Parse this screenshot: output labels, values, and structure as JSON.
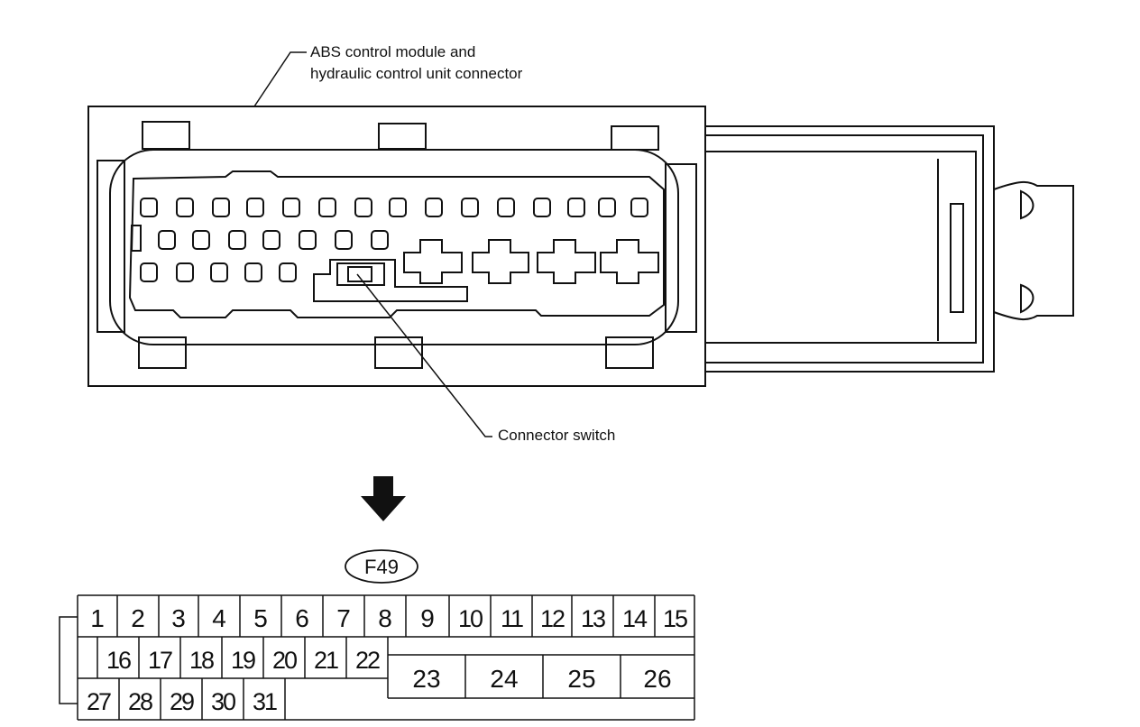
{
  "callouts": {
    "module_line1": "ABS control module and",
    "module_line2": "hydraulic control unit connector",
    "connector_switch": "Connector switch"
  },
  "connector_id": "F49",
  "pins": {
    "row1": [
      "1",
      "2",
      "3",
      "4",
      "5",
      "6",
      "7",
      "8",
      "9",
      "10",
      "11",
      "12",
      "13",
      "14",
      "15"
    ],
    "row2": [
      "16",
      "17",
      "18",
      "19",
      "20",
      "21",
      "22"
    ],
    "row2_large": [
      "23",
      "24",
      "25",
      "26"
    ],
    "row3": [
      "27",
      "28",
      "29",
      "30",
      "31"
    ]
  },
  "icons": {
    "arrow": "down-arrow-icon"
  }
}
